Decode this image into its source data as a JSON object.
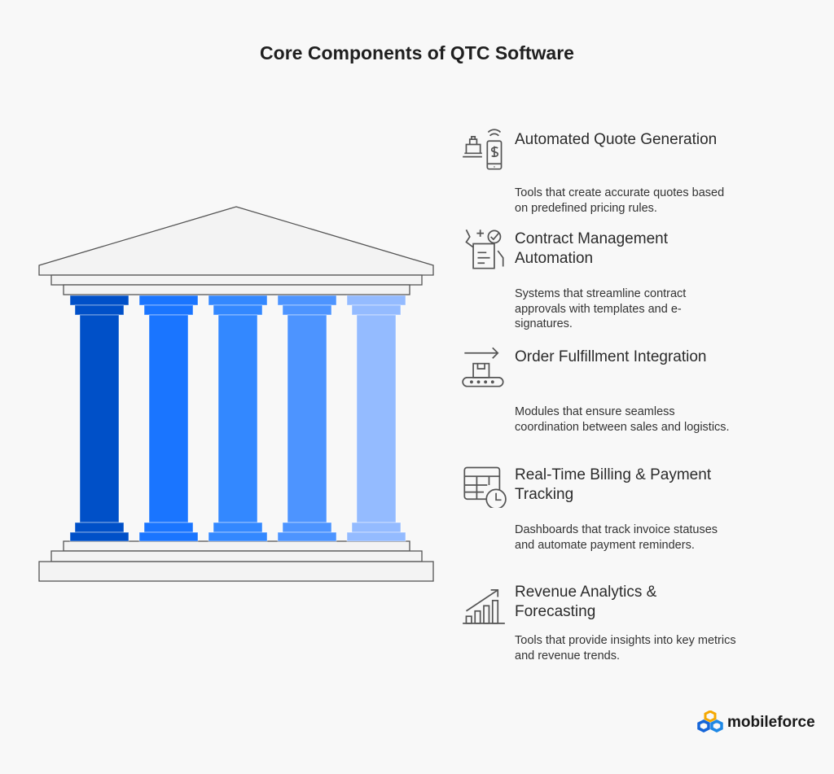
{
  "title": "Core Components of QTC Software",
  "column_colors": [
    "#0050c8",
    "#1a75ff",
    "#3388ff",
    "#4d94ff",
    "#94bbff"
  ],
  "components": [
    {
      "title": "Automated Quote Generation",
      "description": "Tools that create accurate quotes based on predefined pricing rules.",
      "icon": "cash-register-phone-payment-icon"
    },
    {
      "title": "Contract Management Automation",
      "description": "Systems that streamline contract approvals with templates and e-signatures.",
      "icon": "contract-signing-icon"
    },
    {
      "title": "Order Fulfillment Integration",
      "description": "Modules that ensure seamless coordination between sales and logistics.",
      "icon": "conveyor-package-icon"
    },
    {
      "title": "Real-Time Billing & Payment Tracking",
      "description": "Dashboards that track invoice statuses and automate payment reminders.",
      "icon": "table-clock-icon"
    },
    {
      "title": "Revenue Analytics & Forecasting",
      "description": "Tools that provide insights into key metrics and revenue trends.",
      "icon": "growth-chart-icon"
    }
  ],
  "brand": {
    "name": "mobileforce"
  }
}
